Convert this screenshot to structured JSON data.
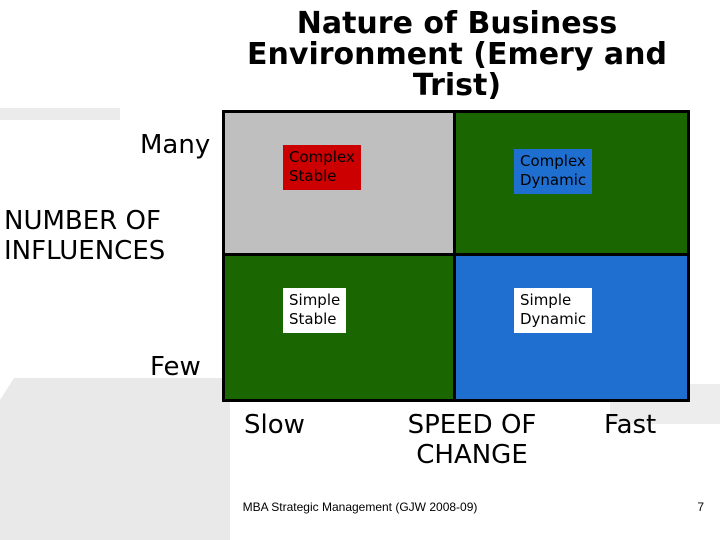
{
  "slide": {
    "title": "Nature of Business Environment\n(Emery and Trist)",
    "footer": "MBA Strategic Management (GJW 2008-09)",
    "page_number": "7"
  },
  "axes": {
    "y_top": "Many",
    "y_title": "NUMBER OF\nINFLUENCES",
    "y_bottom": "Few",
    "x_left": "Slow",
    "x_title": "SPEED OF\nCHANGE",
    "x_right": "Fast"
  },
  "matrix": {
    "cells": [
      {
        "id": "complex-stable",
        "label": "Complex\nStable",
        "color": "#bfbfbf"
      },
      {
        "id": "complex-dynamic",
        "label": "Complex\nDynamic",
        "color": "#cc0000"
      },
      {
        "id": "simple-stable",
        "label": "Simple\nStable",
        "color": "#1a6600"
      },
      {
        "id": "simple-dynamic",
        "label": "Simple\nDynamic",
        "color": "#1f6fd0"
      }
    ]
  }
}
